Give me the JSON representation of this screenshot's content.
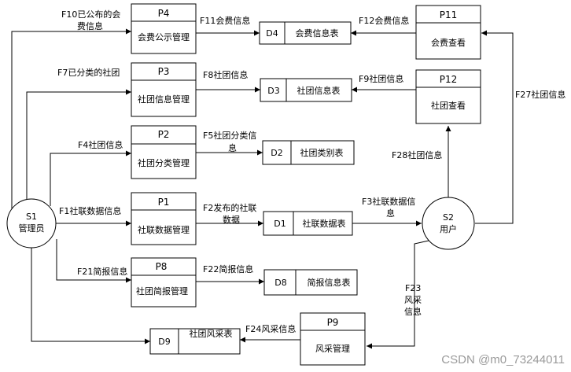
{
  "entities": {
    "s1": {
      "id": "S1",
      "name": "管理员"
    },
    "s2": {
      "id": "S2",
      "name": "用户"
    }
  },
  "processes": {
    "p4": {
      "id": "P4",
      "name": "会费公示管理"
    },
    "p3": {
      "id": "P3",
      "name": "社团信息管理"
    },
    "p2": {
      "id": "P2",
      "name": "社团分类管理"
    },
    "p1": {
      "id": "P1",
      "name": "社联数据管理"
    },
    "p8": {
      "id": "P8",
      "name": "社团简报管理"
    },
    "p9": {
      "id": "P9",
      "name": "风采管理"
    },
    "p11": {
      "id": "P11",
      "name": "会费查看"
    },
    "p12": {
      "id": "P12",
      "name": "社团查看"
    }
  },
  "stores": {
    "d4": {
      "id": "D4",
      "name": "会费信息表"
    },
    "d3": {
      "id": "D3",
      "name": "社团信息表"
    },
    "d2": {
      "id": "D2",
      "name": "社团类别表"
    },
    "d1": {
      "id": "D1",
      "name": "社联数据表"
    },
    "d8": {
      "id": "D8",
      "name": "简报信息表"
    },
    "d9": {
      "id": "D9",
      "name": "社团风采表"
    }
  },
  "flows": {
    "f10a": "F10已公布的会",
    "f10b": "费信息",
    "f11": "F11会费信息",
    "f12": "F12会费信息",
    "f7": "F7已分类的社团",
    "f8": "F8社团信息",
    "f9": "F9社团信息",
    "f27": "F27社团信息",
    "f4": "F4社团信息",
    "f5a": "F5社团分类信",
    "f5b": "息",
    "f28": "F28社团信息",
    "f1": "F1社联数据信息",
    "f2a": "F2发布的社联",
    "f2b": "数据",
    "f3a": "F3社联数据信",
    "f3b": "息",
    "f21": "F21简报信息",
    "f22": "F22简报信息",
    "f23a": "F23",
    "f23b": "风采",
    "f23c": "信息",
    "f24": "F24风采信息"
  },
  "watermark": "CSDN @m0_73244011"
}
